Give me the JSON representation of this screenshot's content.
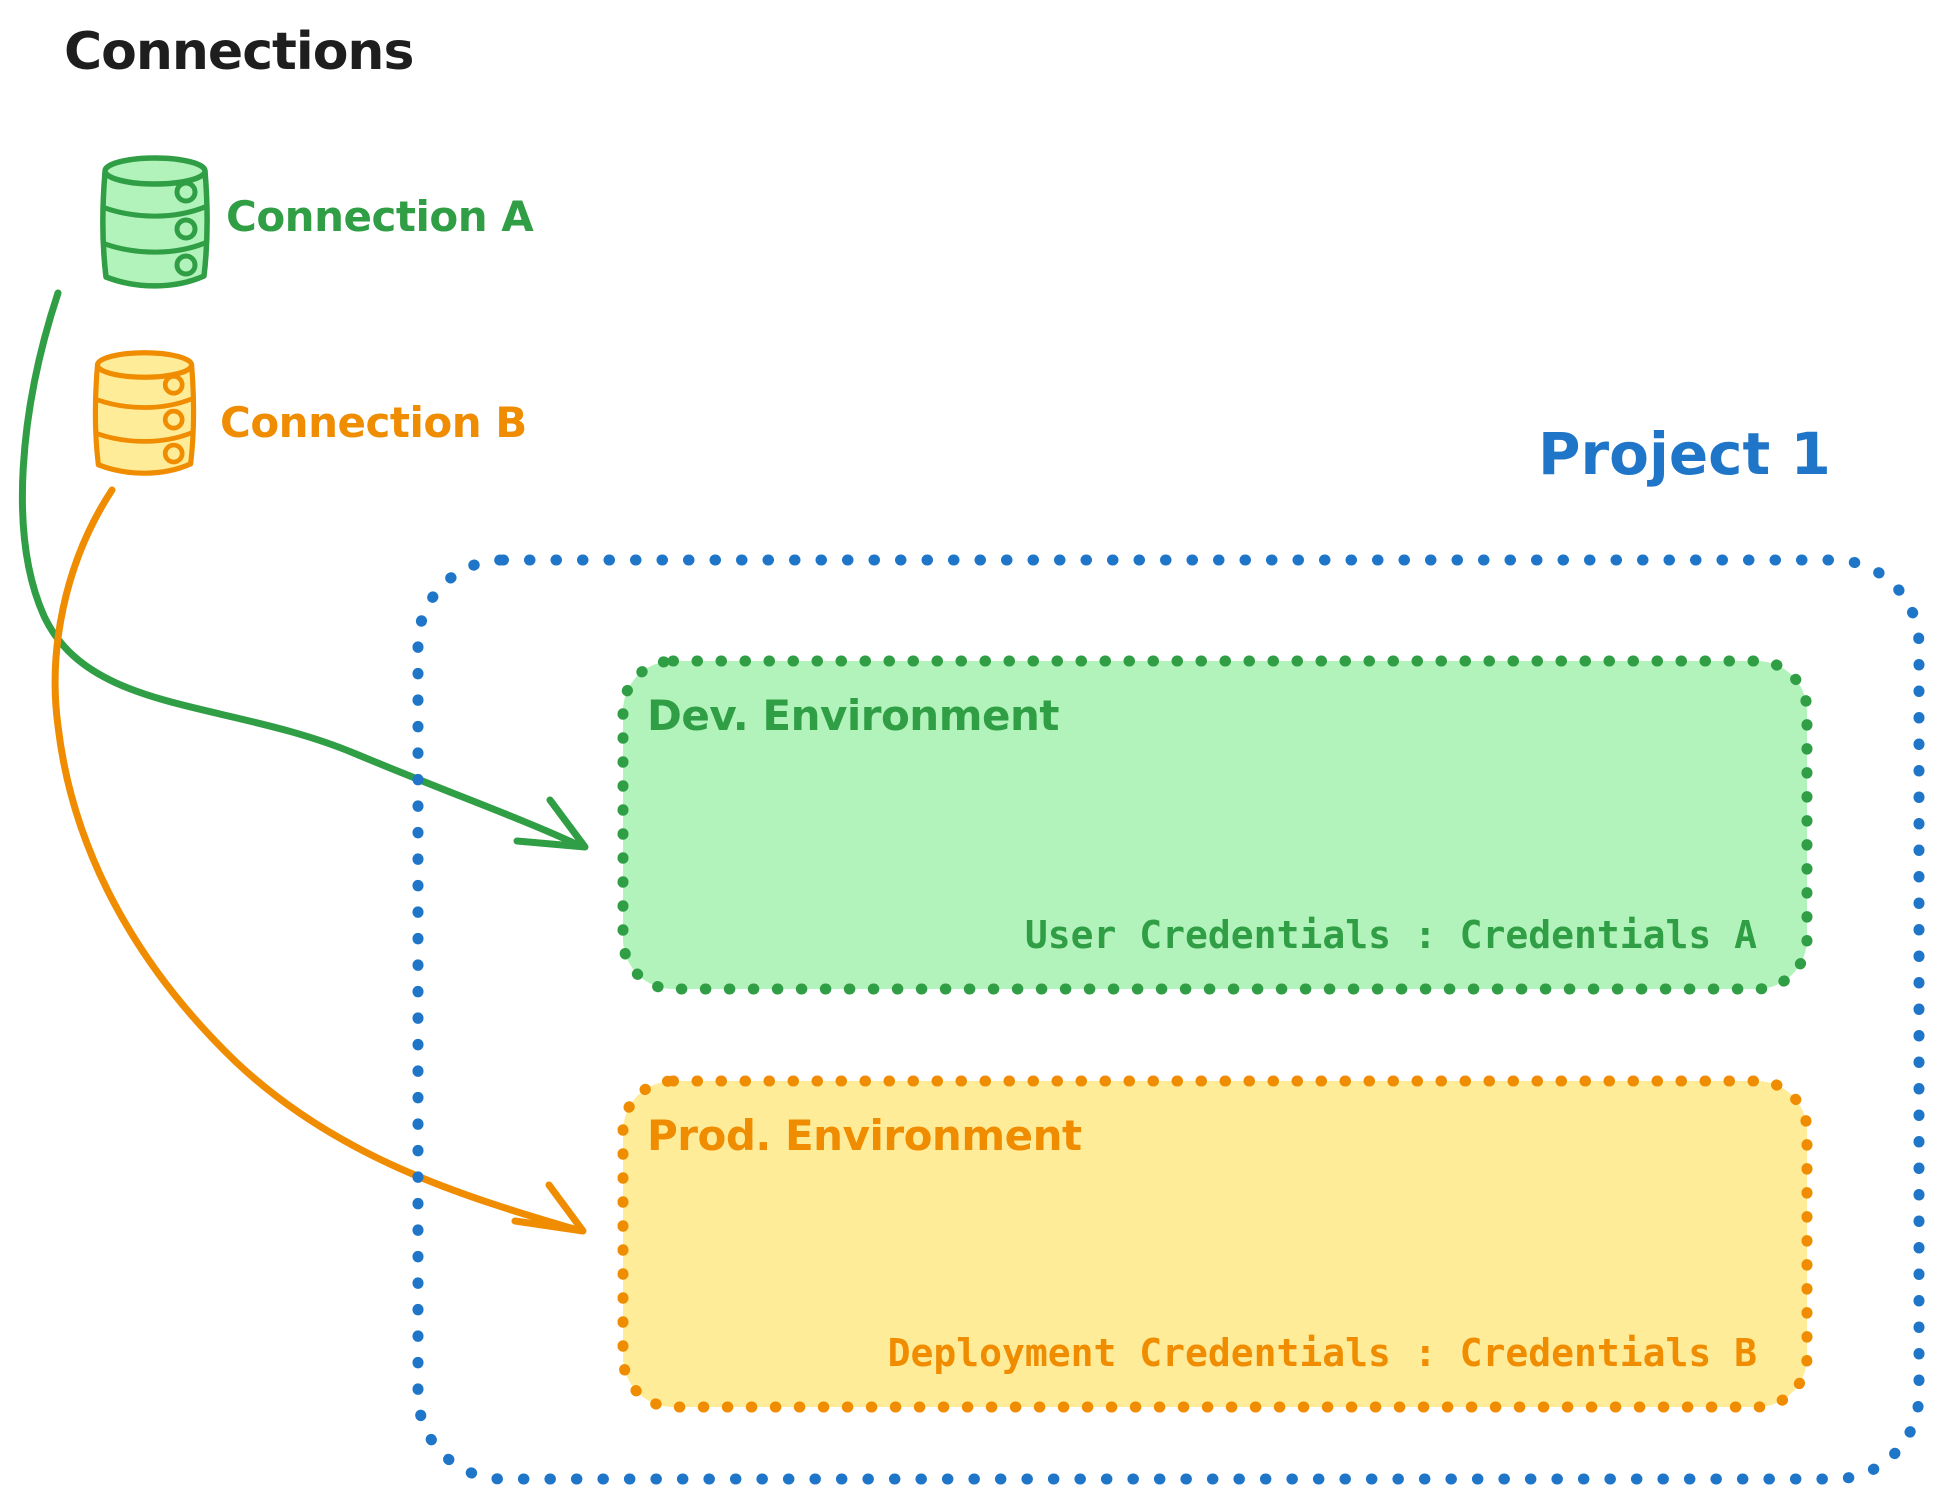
{
  "title": "Connections",
  "colors": {
    "ink": "#1e1e1e",
    "green": "#2f9e44",
    "green-fill": "#b2f2bb",
    "orange": "#f08c00",
    "orange-fill": "#ffec99",
    "blue": "#1f76c9",
    "canvas": "#ffffff"
  },
  "connections": {
    "a": {
      "label": "Connection A",
      "icon": "database-icon"
    },
    "b": {
      "label": "Connection B",
      "icon": "database-icon"
    }
  },
  "project": {
    "label": "Project 1",
    "environments": [
      {
        "title": "Dev. Environment",
        "credentials": "User Credentials : Credentials A"
      },
      {
        "title": "Prod. Environment",
        "credentials": "Deployment Credentials : Credentials B"
      }
    ]
  },
  "arrows": [
    {
      "from": "Connection A",
      "to": "Dev. Environment",
      "color": "#2f9e44"
    },
    {
      "from": "Connection B",
      "to": "Prod. Environment",
      "color": "#f08c00"
    }
  ]
}
